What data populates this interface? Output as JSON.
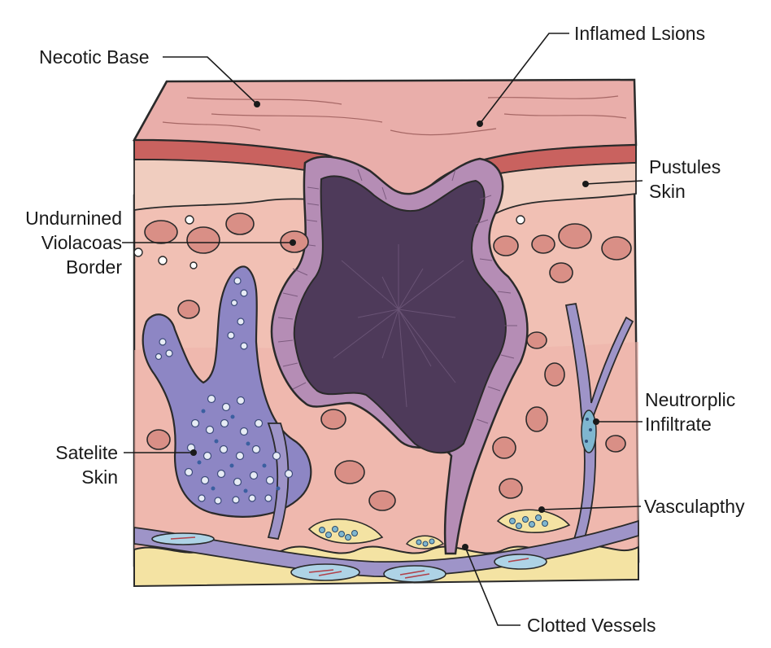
{
  "labels": {
    "necrotic_base": [
      "Necotic Base"
    ],
    "inflamed_lesions": [
      "Inflamed Lsions"
    ],
    "pustules_skin": [
      "Pustules",
      "Skin"
    ],
    "undermined_border": [
      "Undurnined",
      "Violacoas",
      "Border"
    ],
    "neutrophil_infiltrate": [
      "Neutrorplic",
      "Infiltrate"
    ],
    "satellite_skin": [
      "Satelite",
      "Skin"
    ],
    "vasculopathy": [
      "Vasculapthy"
    ],
    "clotted_vessels": [
      "Clotted Vessels"
    ]
  },
  "colors": {
    "epidermis": "#e9aeaa",
    "dermis_red": "#c9625f",
    "dermis": "#f2c2b6",
    "ulcer_dark": "#4e3a5a",
    "ulcer_rim": "#b58db5",
    "infiltrate": "#8d86c4",
    "vessel": "#9e94c8",
    "fat": "#f4e3a3",
    "cell": "#d98f86",
    "outline": "#2a2a2a"
  }
}
